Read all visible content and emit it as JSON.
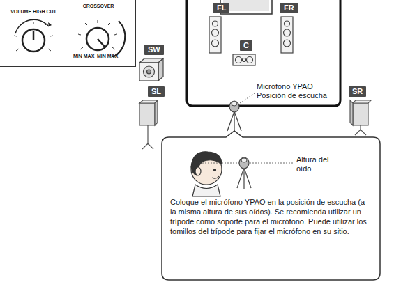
{
  "diagram": {
    "nodes": [
      {
        "text": [
          "VOLUME HIGH CUT",
          "CROSSOVER",
          "MIN MAX",
          "MIN MAX"
        ]
      },
      {
        "text": [
          "SW"
        ]
      },
      {
        "text": [
          "FL"
        ]
      },
      {
        "text": [
          "FR"
        ]
      },
      {
        "text": [
          "C"
        ]
      },
      {
        "text": [
          "SL"
        ]
      },
      {
        "text": [
          "SR"
        ]
      },
      {
        "text": [
          "Altura del oído",
          "Coloque el micrófono YPAO en la posición de escucha (a la misma altura de sus oídos). Se recomienda utilizar un trípode como soporte para el micrófono. Puede utilizar los tomillos del trípode para fijar el micrófono en su sitio."
        ]
      }
    ],
    "labels": [
      "Micrófono YPAO Posición de escucha"
    ]
  }
}
